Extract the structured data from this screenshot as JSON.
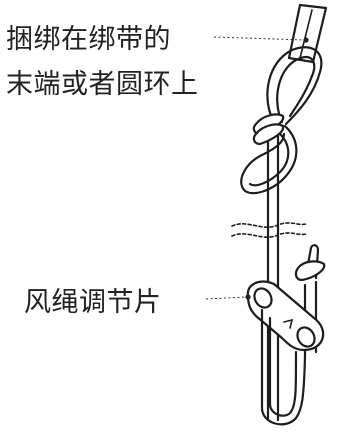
{
  "labels": {
    "top_line1": "捆绑在绑带的",
    "top_line2": "末端或者圆环上",
    "bottom": "风绳调节片"
  },
  "colors": {
    "line": "#1d1d1d",
    "text": "#222222",
    "background": "#ffffff"
  }
}
